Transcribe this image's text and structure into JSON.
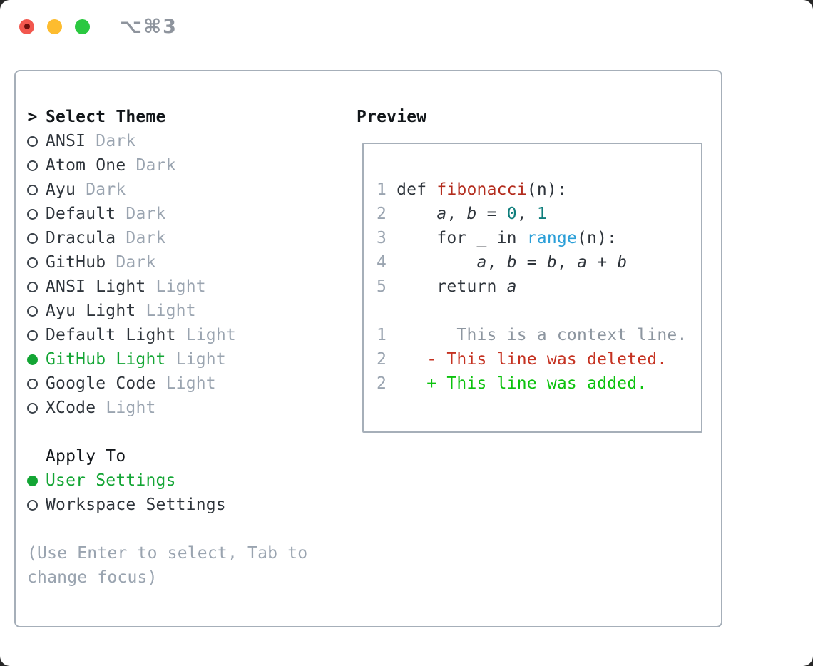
{
  "window": {
    "shortcut": "⌥⌘3",
    "traffic_lights": [
      "close",
      "minimize",
      "zoom"
    ]
  },
  "theme_panel": {
    "prompt": ">",
    "title": "Select Theme",
    "themes": [
      {
        "name": "ANSI",
        "variant": "Dark",
        "selected": false
      },
      {
        "name": "Atom One",
        "variant": "Dark",
        "selected": false
      },
      {
        "name": "Ayu",
        "variant": "Dark",
        "selected": false
      },
      {
        "name": "Default",
        "variant": "Dark",
        "selected": false
      },
      {
        "name": "Dracula",
        "variant": "Dark",
        "selected": false
      },
      {
        "name": "GitHub",
        "variant": "Dark",
        "selected": false
      },
      {
        "name": "ANSI Light",
        "variant": "Light",
        "selected": false
      },
      {
        "name": "Ayu Light",
        "variant": "Light",
        "selected": false
      },
      {
        "name": "Default Light",
        "variant": "Light",
        "selected": false
      },
      {
        "name": "GitHub Light",
        "variant": "Light",
        "selected": true
      },
      {
        "name": "Google Code",
        "variant": "Light",
        "selected": false
      },
      {
        "name": "XCode",
        "variant": "Light",
        "selected": false
      }
    ],
    "apply_to": {
      "title": "Apply To",
      "options": [
        {
          "label": "User Settings",
          "selected": true
        },
        {
          "label": "Workspace Settings",
          "selected": false
        }
      ]
    },
    "help_lines": [
      "(Use Enter to select, Tab to",
      "change focus)"
    ]
  },
  "preview": {
    "title": "Preview",
    "code_lines": [
      {
        "num": "1",
        "tokens": [
          [
            "def ",
            "plain"
          ],
          [
            "fibonacci",
            "fn"
          ],
          [
            "(n):",
            "plain"
          ]
        ]
      },
      {
        "num": "2",
        "tokens": [
          [
            "    ",
            "plain"
          ],
          [
            "a",
            "var"
          ],
          [
            ", ",
            "plain"
          ],
          [
            "b",
            "var"
          ],
          [
            " = ",
            "plain"
          ],
          [
            "0",
            "num"
          ],
          [
            ", ",
            "plain"
          ],
          [
            "1",
            "num"
          ]
        ]
      },
      {
        "num": "3",
        "tokens": [
          [
            "    for _ in ",
            "plain"
          ],
          [
            "range",
            "builtin"
          ],
          [
            "(n):",
            "plain"
          ]
        ]
      },
      {
        "num": "4",
        "tokens": [
          [
            "        ",
            "plain"
          ],
          [
            "a",
            "var"
          ],
          [
            ", ",
            "plain"
          ],
          [
            "b",
            "var"
          ],
          [
            " = ",
            "plain"
          ],
          [
            "b",
            "var"
          ],
          [
            ", ",
            "plain"
          ],
          [
            "a",
            "var"
          ],
          [
            " + ",
            "plain"
          ],
          [
            "b",
            "var"
          ]
        ]
      },
      {
        "num": "5",
        "tokens": [
          [
            "    return ",
            "plain"
          ],
          [
            "a",
            "var"
          ]
        ]
      }
    ],
    "diff_lines": [
      {
        "num": "1",
        "tokens": [
          [
            "      This is a context line.",
            "ctx"
          ]
        ]
      },
      {
        "num": "2",
        "tokens": [
          [
            "   - This line was deleted.",
            "del"
          ]
        ]
      },
      {
        "num": "2",
        "tokens": [
          [
            "   + This line was added.",
            "add"
          ]
        ]
      }
    ]
  },
  "colors": {
    "selection_green": "#13a534",
    "added_green": "#0cc20e",
    "deleted_red": "#c53221",
    "function_red": "#b32c1d",
    "builtin_blue": "#2b9fd8",
    "number_teal": "#0f7e7c",
    "muted_gray": "#9aa4b0",
    "border_gray": "#a6afb9"
  }
}
